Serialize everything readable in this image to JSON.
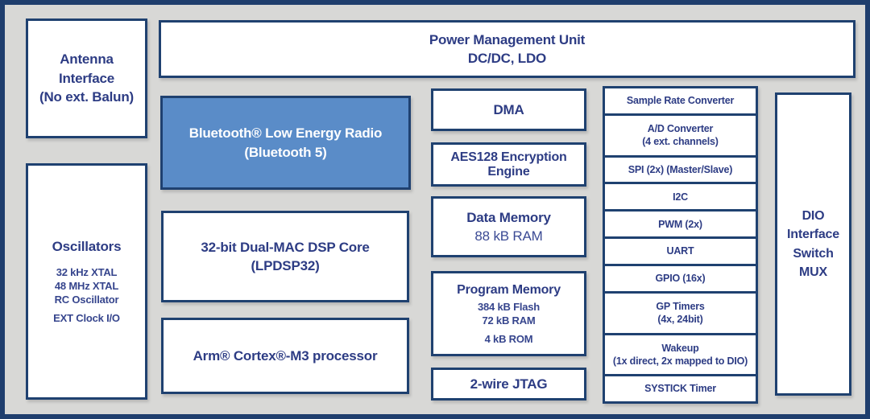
{
  "palette": {
    "frame_bg": "#d8d8d6",
    "frame_border": "#1f3e6d",
    "box_border": "#1f4170",
    "text_navy": "#2d3c84",
    "text_sub": "#36458d",
    "ble_fill": "#5a8cc8",
    "ble_text": "#ffffff"
  },
  "blocks": {
    "antenna": {
      "lines": [
        "Antenna",
        "Interface",
        "(No ext. Balun)"
      ]
    },
    "oscillators": {
      "title": "Oscillators",
      "items": [
        "32 kHz XTAL",
        "48 MHz XTAL",
        "RC Oscillator",
        "EXT Clock I/O"
      ]
    },
    "pmu": {
      "lines": [
        "Power Management Unit",
        "DC/DC, LDO"
      ]
    },
    "ble": {
      "lines": [
        "Bluetooth® Low Energy Radio",
        "(Bluetooth 5)"
      ]
    },
    "dsp": {
      "lines": [
        "32-bit Dual-MAC DSP Core",
        "(LPDSP32)"
      ]
    },
    "arm": {
      "label": "Arm® Cortex®-M3 processor"
    },
    "dma": {
      "label": "DMA"
    },
    "aes": {
      "lines": [
        "AES128 Encryption",
        "Engine"
      ]
    },
    "data_memory": {
      "title": "Data Memory",
      "subtitle": "88 kB RAM"
    },
    "program_memory": {
      "title": "Program Memory",
      "items": [
        "384 kB Flash",
        "72 kB RAM",
        "4 kB ROM"
      ]
    },
    "jtag": {
      "label": "2-wire JTAG"
    },
    "peripherals": [
      {
        "lines": [
          "Sample Rate Converter"
        ]
      },
      {
        "lines": [
          "A/D Converter",
          "(4 ext. channels)"
        ]
      },
      {
        "lines": [
          "SPI (2x) (Master/Slave)"
        ]
      },
      {
        "lines": [
          "I2C"
        ]
      },
      {
        "lines": [
          "PWM (2x)"
        ]
      },
      {
        "lines": [
          "UART"
        ]
      },
      {
        "lines": [
          "GPIO (16x)"
        ]
      },
      {
        "lines": [
          "GP Timers",
          "(4x, 24bit)"
        ]
      },
      {
        "lines": [
          "Wakeup",
          "(1x direct, 2x mapped to DIO)"
        ]
      },
      {
        "lines": [
          "SYSTICK Timer"
        ]
      }
    ],
    "dio": {
      "lines": [
        "DIO",
        "Interface",
        "Switch",
        "MUX"
      ]
    }
  }
}
